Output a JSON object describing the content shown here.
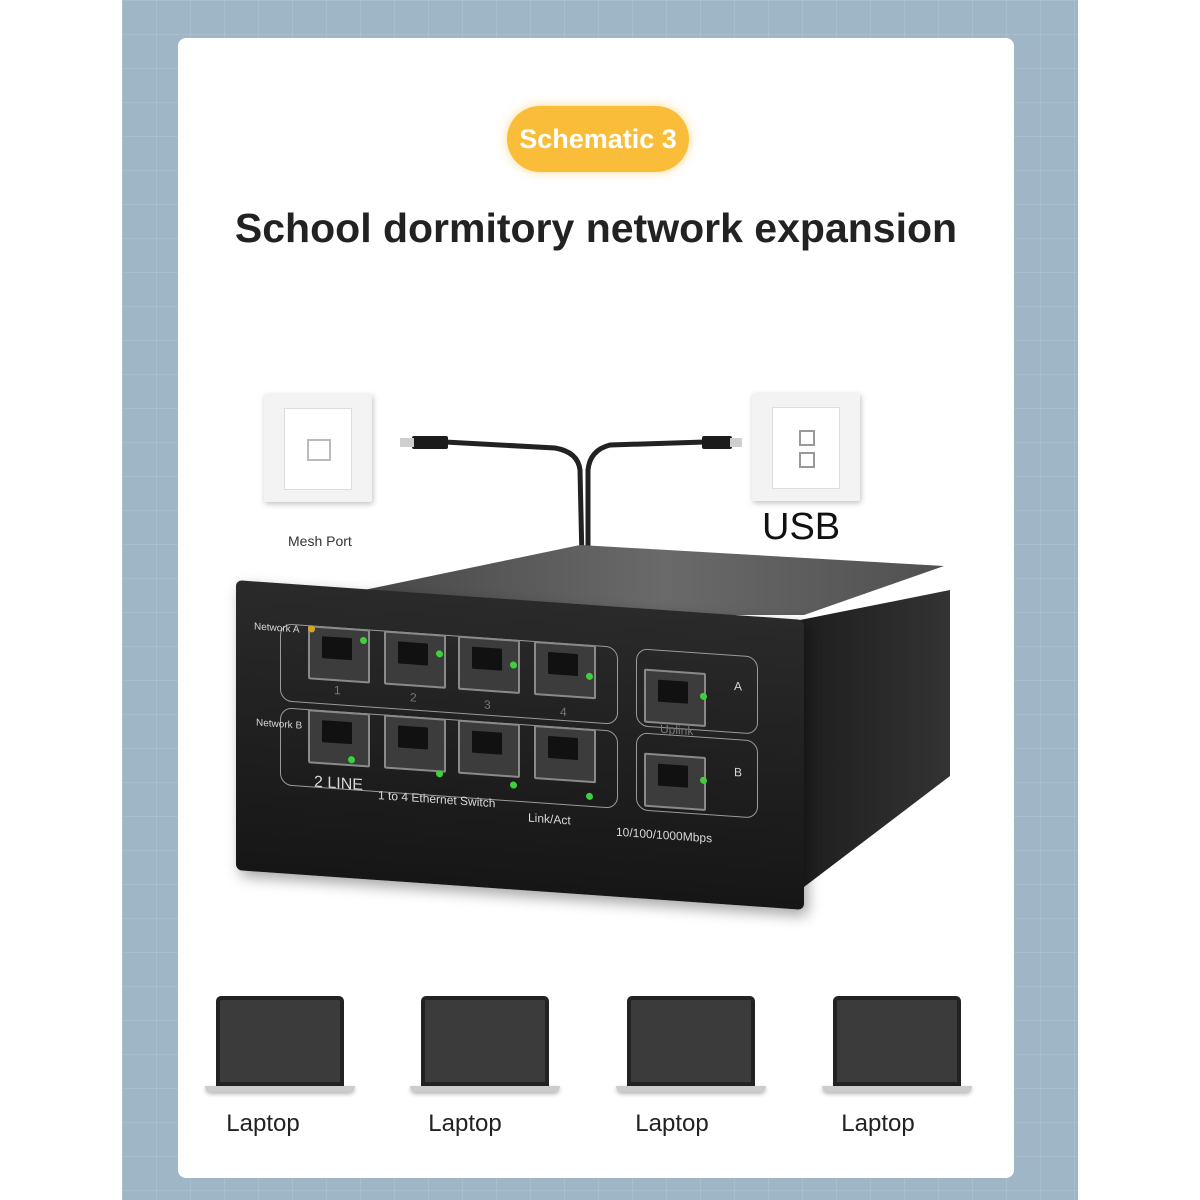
{
  "badge": "Schematic 3",
  "headline": "School dormitory network expansion",
  "left_plate": {
    "icon": "ethernet-wall-socket-icon",
    "label": "Mesh Port"
  },
  "right_plate": {
    "icon": "usb-wall-socket-icon",
    "label": "USB"
  },
  "switch": {
    "network_a_label": "Network A",
    "network_b_label": "Network B",
    "port_numbers": [
      "1",
      "2",
      "3",
      "4"
    ],
    "uplink_label": "Uplink",
    "uplink_a": "A",
    "uplink_b": "B",
    "model_label": "2 LINE",
    "desc_label": "1 to 4 Ethernet Switch",
    "link_label": "Link/Act",
    "speed_label": "10/100/1000Mbps"
  },
  "laptops": [
    {
      "label": "Laptop"
    },
    {
      "label": "Laptop"
    },
    {
      "label": "Laptop"
    },
    {
      "label": "Laptop"
    }
  ],
  "colors": {
    "frame": "#9fb6c6",
    "badge": "#f9bd3a",
    "switch": "#1e1e1e",
    "led_green": "#3ed13e"
  }
}
